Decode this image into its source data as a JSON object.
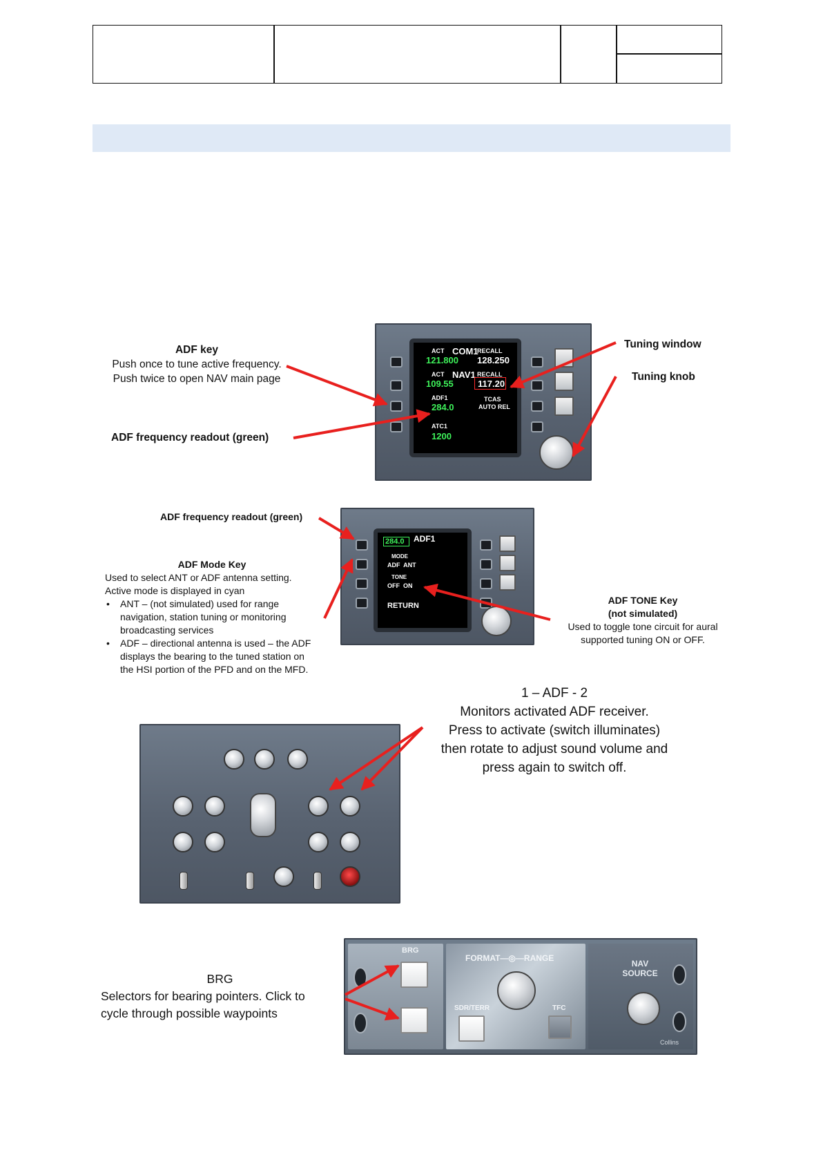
{
  "fig1": {
    "adf_key_title": "ADF key",
    "adf_key_line1": "Push once to tune active frequency.",
    "adf_key_line2": "Push twice to open NAV main page",
    "adf_freq_readout": "ADF frequency readout (green)",
    "tuning_window": "Tuning window",
    "tuning_knob": "Tuning knob",
    "screen": {
      "act1": "ACT",
      "com1": "COM1",
      "recall1": "RECALL",
      "com_act": "121.800",
      "com_recall": "128.250",
      "act2": "ACT",
      "nav1": "NAV1",
      "recall2": "RECALL",
      "nav_act": "109.55",
      "nav_recall": "117.20",
      "adf1": "ADF1",
      "adf_freq": "284.0",
      "tcas": "TCAS",
      "auto_rel": "AUTO REL",
      "atc1": "ATC1",
      "atc_code": "1200"
    }
  },
  "fig2": {
    "adf_freq_readout": "ADF frequency readout (green)",
    "mode_key_title": "ADF Mode Key",
    "mode_key_line1": "Used to select ANT or ADF antenna setting.",
    "mode_key_line2": "Active mode is displayed in cyan",
    "bullet1": "ANT – (not simulated) used for range navigation, station tuning or monitoring broadcasting services",
    "bullet2": "ADF – directional antenna is used – the ADF displays the bearing to the tuned station on the HSI portion of the PFD and on the MFD.",
    "tone_key_title": "ADF TONE Key",
    "tone_key_sub": "(not simulated)",
    "tone_key_line1": "Used to toggle tone circuit for aural",
    "tone_key_line2": "supported tuning ON or OFF.",
    "screen": {
      "adf1": "ADF1",
      "freq": "284.0",
      "mode": "MODE",
      "mode_opts": "ADF  ANT",
      "tone": "TONE",
      "tone_opts": "OFF  ON",
      "return": "RETURN"
    }
  },
  "fig3": {
    "title": "1 – ADF - 2",
    "line1": "Monitors activated ADF receiver.",
    "line2": "Press to activate (switch illuminates)",
    "line3": "then rotate to adjust sound volume and",
    "line4": "press again to switch off."
  },
  "fig4": {
    "title": "BRG",
    "line1": "Selectors for bearing pointers. Click to",
    "line2": "cycle through possible waypoints",
    "panel": {
      "brg": "BRG",
      "format_range": "FORMAT—◎—RANGE",
      "sdr_terr": "SDR/TERR",
      "tfc": "TFC",
      "nav_source": "NAV SOURCE",
      "collins": "Collins"
    }
  },
  "colors": {
    "arrow": "#e8201e",
    "screen_green": "#3ef25a",
    "band": "#dfe9f6"
  }
}
